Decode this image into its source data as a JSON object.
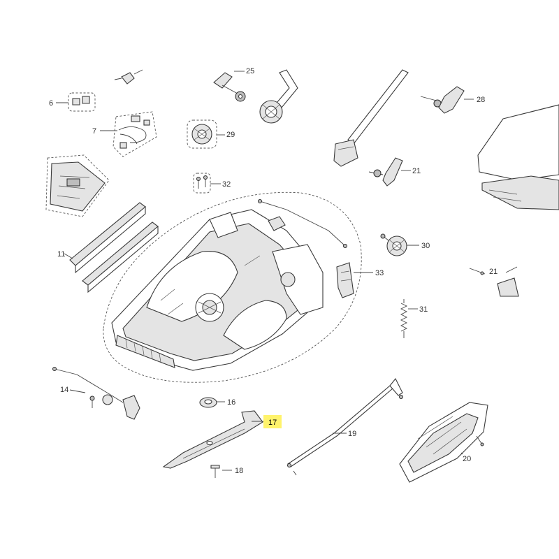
{
  "diagram": {
    "highlight_color": "#fff36b",
    "callouts": [
      {
        "id": "c6",
        "text": "6"
      },
      {
        "id": "c7",
        "text": "7"
      },
      {
        "id": "c11",
        "text": "11"
      },
      {
        "id": "c14",
        "text": "14"
      },
      {
        "id": "c16",
        "text": "16"
      },
      {
        "id": "c17",
        "text": "17",
        "highlighted": true
      },
      {
        "id": "c18",
        "text": "18"
      },
      {
        "id": "c19",
        "text": "19"
      },
      {
        "id": "c20",
        "text": "20"
      },
      {
        "id": "c21",
        "text": "21"
      },
      {
        "id": "c25",
        "text": "25"
      },
      {
        "id": "c28",
        "text": "28"
      },
      {
        "id": "c29",
        "text": "29"
      },
      {
        "id": "c30a",
        "text": "30"
      },
      {
        "id": "c30b",
        "text": "30"
      },
      {
        "id": "c31",
        "text": "31"
      },
      {
        "id": "c32",
        "text": "32"
      },
      {
        "id": "c33",
        "text": "33"
      }
    ]
  }
}
